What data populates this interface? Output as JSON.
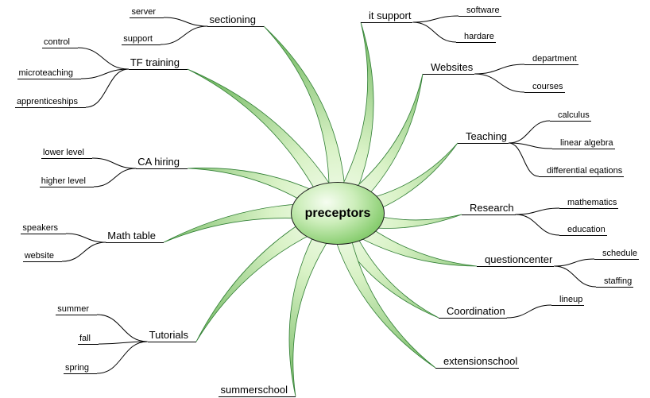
{
  "center": {
    "label": "preceptors"
  },
  "branches": [
    {
      "label": "sectioning",
      "children": [
        {
          "label": "server"
        },
        {
          "label": "support"
        }
      ]
    },
    {
      "label": "TF training",
      "children": [
        {
          "label": "control"
        },
        {
          "label": "microteaching"
        },
        {
          "label": "apprenticeships"
        }
      ]
    },
    {
      "label": "CA hiring",
      "children": [
        {
          "label": "lower level"
        },
        {
          "label": "higher level"
        }
      ]
    },
    {
      "label": "Math table",
      "children": [
        {
          "label": "speakers"
        },
        {
          "label": "website"
        }
      ]
    },
    {
      "label": "Tutorials",
      "children": [
        {
          "label": "summer"
        },
        {
          "label": "fall"
        },
        {
          "label": "spring"
        }
      ]
    },
    {
      "label": "summerschool",
      "children": []
    },
    {
      "label": "it support",
      "children": [
        {
          "label": "software"
        },
        {
          "label": "hardare"
        }
      ]
    },
    {
      "label": "Websites",
      "children": [
        {
          "label": "department"
        },
        {
          "label": "courses"
        }
      ]
    },
    {
      "label": "Teaching",
      "children": [
        {
          "label": "calculus"
        },
        {
          "label": "linear algebra"
        },
        {
          "label": "differential eqations"
        }
      ]
    },
    {
      "label": "Research",
      "children": [
        {
          "label": "mathematics"
        },
        {
          "label": "education"
        }
      ]
    },
    {
      "label": "questioncenter",
      "children": [
        {
          "label": "schedule"
        },
        {
          "label": "staffing"
        }
      ]
    },
    {
      "label": "Coordination",
      "children": [
        {
          "label": "lineup"
        }
      ]
    },
    {
      "label": "extensionschool",
      "children": []
    }
  ],
  "colors": {
    "background": "#ffffff",
    "petal_inner": "#f4fcef",
    "petal_outer": "#55a845",
    "petal_stroke": "#2e7d32",
    "center_fill_light": "#f6fdf1",
    "center_fill_dark": "#60b04c",
    "line": "#000000",
    "text": "#000000"
  }
}
